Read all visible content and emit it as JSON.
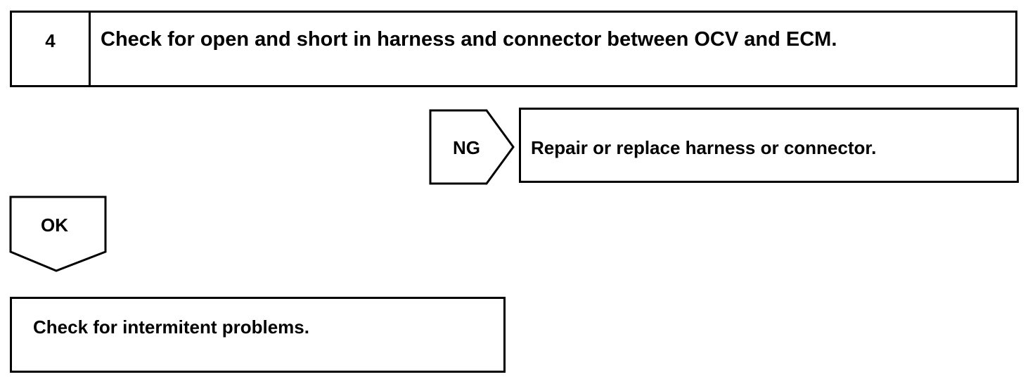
{
  "step": {
    "number": "4",
    "text": "Check for open and short in harness and connector between OCV and ECM."
  },
  "ng_branch": {
    "label": "NG",
    "result": "Repair or replace harness or connector."
  },
  "ok_branch": {
    "label": "OK",
    "result": "Check for intermitent problems."
  }
}
